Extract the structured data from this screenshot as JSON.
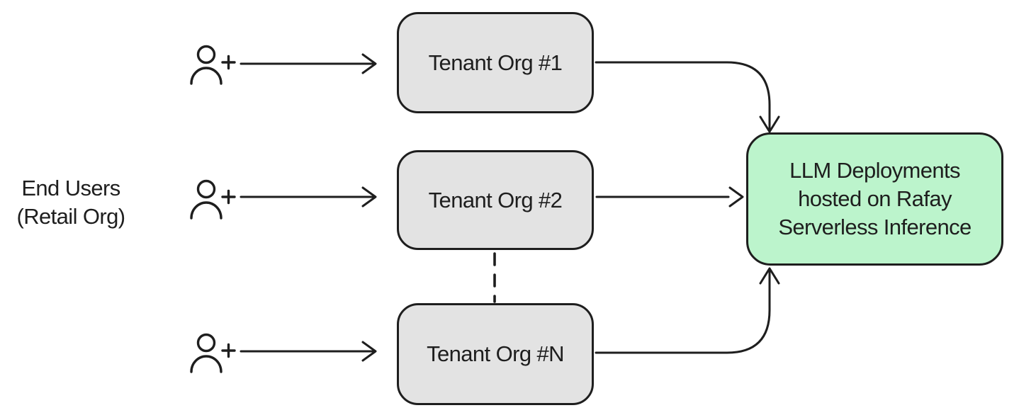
{
  "diagram": {
    "left_label": {
      "line1": "End Users",
      "line2": "(Retail Org)"
    },
    "tenant_orgs": [
      {
        "label": "Tenant Org #1"
      },
      {
        "label": "Tenant Org #2"
      },
      {
        "label": "Tenant Org #N"
      }
    ],
    "llm_box": {
      "lines": [
        "LLM Deployments",
        "hosted on Rafay",
        "Serverless Inference"
      ]
    },
    "icons": {
      "user": "user-plus-icon"
    },
    "colors": {
      "stroke": "#1e1e1e",
      "tenant_fill": "#e3e3e3",
      "llm_fill": "#bcf4cc",
      "background": "#ffffff"
    }
  }
}
